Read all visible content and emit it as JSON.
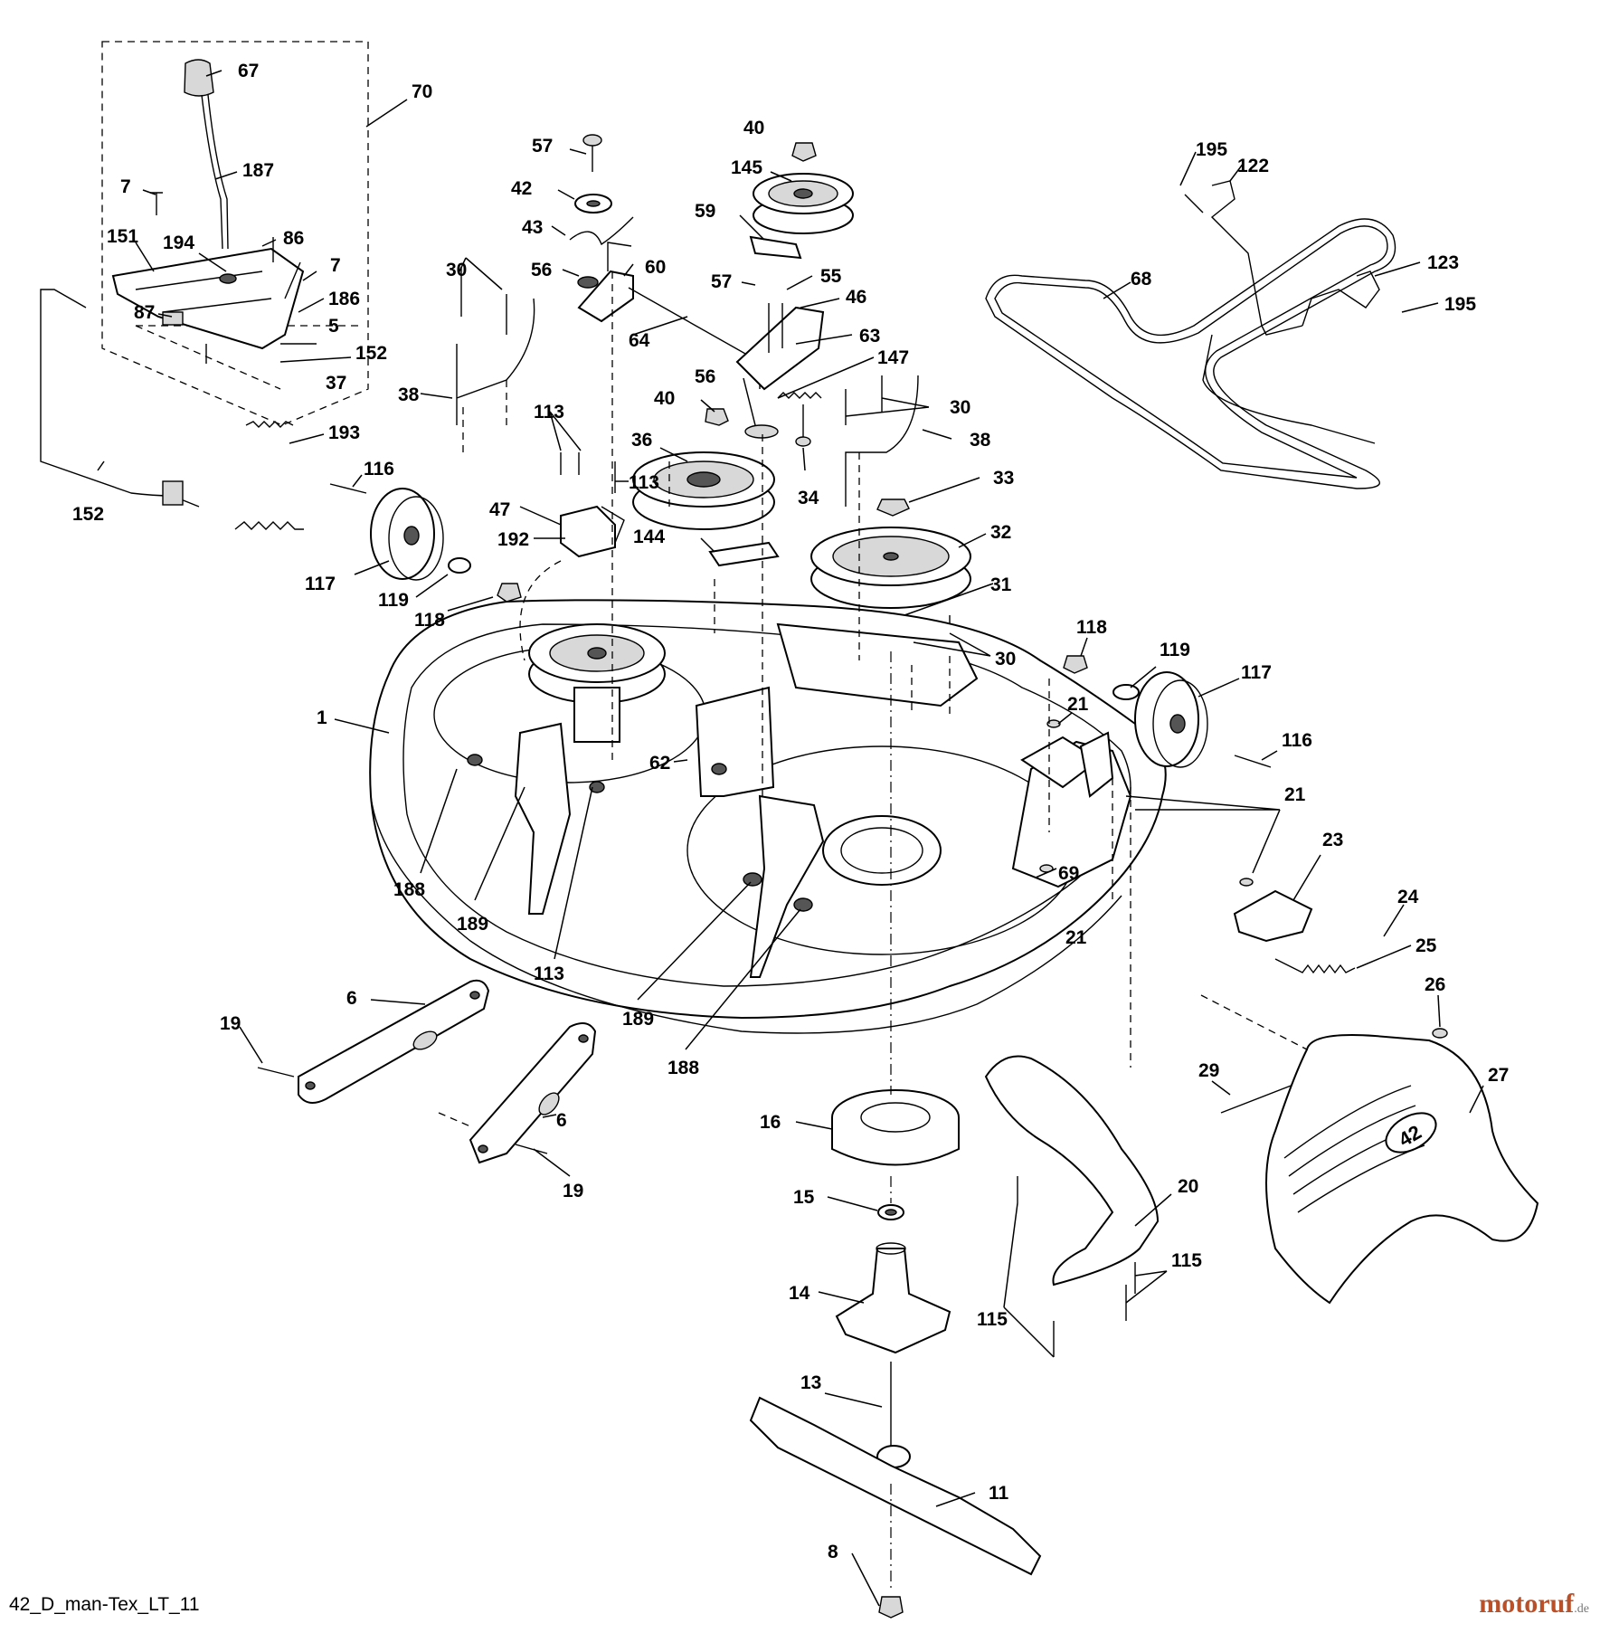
{
  "diagram": {
    "drawing_code": "42_D_man-Tex_LT_11",
    "watermark": {
      "main": "motoruf",
      "tld": ".de"
    },
    "callouts": [
      {
        "id": "c67",
        "label": "67"
      },
      {
        "id": "c70",
        "label": "70"
      },
      {
        "id": "c187",
        "label": "187"
      },
      {
        "id": "c7a",
        "label": "7"
      },
      {
        "id": "c86",
        "label": "86"
      },
      {
        "id": "c151",
        "label": "151"
      },
      {
        "id": "c194",
        "label": "194"
      },
      {
        "id": "c7b",
        "label": "7"
      },
      {
        "id": "c87",
        "label": "87"
      },
      {
        "id": "c186",
        "label": "186"
      },
      {
        "id": "c5",
        "label": "5"
      },
      {
        "id": "c152a",
        "label": "152"
      },
      {
        "id": "c37",
        "label": "37"
      },
      {
        "id": "c193",
        "label": "193"
      },
      {
        "id": "c152b",
        "label": "152"
      },
      {
        "id": "c116a",
        "label": "116"
      },
      {
        "id": "c117a",
        "label": "117"
      },
      {
        "id": "c119a",
        "label": "119"
      },
      {
        "id": "c118a",
        "label": "118"
      },
      {
        "id": "c57a",
        "label": "57"
      },
      {
        "id": "c42",
        "label": "42"
      },
      {
        "id": "c43",
        "label": "43"
      },
      {
        "id": "c56a",
        "label": "56"
      },
      {
        "id": "c60",
        "label": "60"
      },
      {
        "id": "c30a",
        "label": "30"
      },
      {
        "id": "c38a",
        "label": "38"
      },
      {
        "id": "c64",
        "label": "64"
      },
      {
        "id": "c113a",
        "label": "113"
      },
      {
        "id": "c113b",
        "label": "113"
      },
      {
        "id": "c47",
        "label": "47"
      },
      {
        "id": "c192",
        "label": "192"
      },
      {
        "id": "c40a",
        "label": "40"
      },
      {
        "id": "c145",
        "label": "145"
      },
      {
        "id": "c59",
        "label": "59"
      },
      {
        "id": "c57b",
        "label": "57"
      },
      {
        "id": "c55",
        "label": "55"
      },
      {
        "id": "c46",
        "label": "46"
      },
      {
        "id": "c63",
        "label": "63"
      },
      {
        "id": "c147",
        "label": "147"
      },
      {
        "id": "c56b",
        "label": "56"
      },
      {
        "id": "c40b",
        "label": "40"
      },
      {
        "id": "c36",
        "label": "36"
      },
      {
        "id": "c144",
        "label": "144"
      },
      {
        "id": "c34",
        "label": "34"
      },
      {
        "id": "c30b",
        "label": "30"
      },
      {
        "id": "c38b",
        "label": "38"
      },
      {
        "id": "c33",
        "label": "33"
      },
      {
        "id": "c32",
        "label": "32"
      },
      {
        "id": "c31",
        "label": "31"
      },
      {
        "id": "c30c",
        "label": "30"
      },
      {
        "id": "c195a",
        "label": "195"
      },
      {
        "id": "c122",
        "label": "122"
      },
      {
        "id": "c68",
        "label": "68"
      },
      {
        "id": "c123",
        "label": "123"
      },
      {
        "id": "c195b",
        "label": "195"
      },
      {
        "id": "c1",
        "label": "1"
      },
      {
        "id": "c62",
        "label": "62"
      },
      {
        "id": "c188a",
        "label": "188"
      },
      {
        "id": "c189a",
        "label": "189"
      },
      {
        "id": "c113c",
        "label": "113"
      },
      {
        "id": "c189b",
        "label": "189"
      },
      {
        "id": "c188b",
        "label": "188"
      },
      {
        "id": "c118b",
        "label": "118"
      },
      {
        "id": "c119b",
        "label": "119"
      },
      {
        "id": "c117b",
        "label": "117"
      },
      {
        "id": "c116b",
        "label": "116"
      },
      {
        "id": "c21a",
        "label": "21"
      },
      {
        "id": "c21b",
        "label": "21"
      },
      {
        "id": "c21c",
        "label": "21"
      },
      {
        "id": "c69",
        "label": "69"
      },
      {
        "id": "c23",
        "label": "23"
      },
      {
        "id": "c24",
        "label": "24"
      },
      {
        "id": "c25",
        "label": "25"
      },
      {
        "id": "c26",
        "label": "26"
      },
      {
        "id": "c27",
        "label": "27"
      },
      {
        "id": "c29",
        "label": "29"
      },
      {
        "id": "c6a",
        "label": "6"
      },
      {
        "id": "c19a",
        "label": "19"
      },
      {
        "id": "c6b",
        "label": "6"
      },
      {
        "id": "c19b",
        "label": "19"
      },
      {
        "id": "c16",
        "label": "16"
      },
      {
        "id": "c15",
        "label": "15"
      },
      {
        "id": "c14",
        "label": "14"
      },
      {
        "id": "c20",
        "label": "20"
      },
      {
        "id": "c115a",
        "label": "115"
      },
      {
        "id": "c115b",
        "label": "115"
      },
      {
        "id": "c13",
        "label": "13"
      },
      {
        "id": "c11",
        "label": "11"
      },
      {
        "id": "c8",
        "label": "8"
      }
    ],
    "deck_badge": "42"
  }
}
